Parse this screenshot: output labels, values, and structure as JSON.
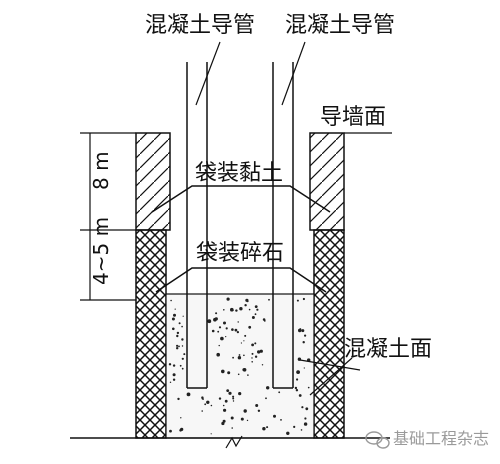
{
  "labels": {
    "pipe_left": "混凝土导管",
    "pipe_right": "混凝土导管",
    "wall_top": "导墙面",
    "bagged_clay": "袋装黏土",
    "bagged_gravel": "袋装碎石",
    "concrete_surface": "混凝土面"
  },
  "dimensions": {
    "upper": "8 m",
    "lower": "4~5 m"
  },
  "watermark": {
    "text": "基础工程杂志",
    "icon": "wechat-icon"
  },
  "colors": {
    "line": "#111111",
    "concrete_speckle": "#222222",
    "watermark": "#9a9a9a"
  }
}
